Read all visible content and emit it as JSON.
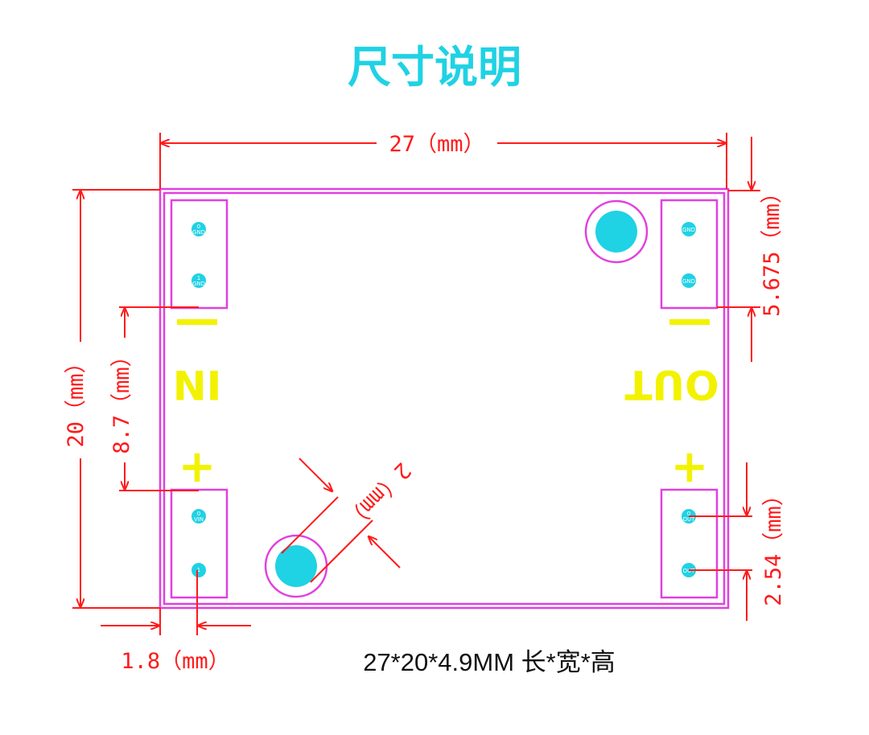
{
  "title": "尺寸说明",
  "dimensions": {
    "width": "27（mm）",
    "height": "20（mm）",
    "in_pin_offset": "8.7（mm）",
    "out_pin_offset": "5.675（mm）",
    "pin_pitch": "2.54（mm）",
    "edge_offset": "1.8（mm）",
    "hole_diameter": "2（mm）"
  },
  "board": {
    "input_label": "IN",
    "output_label": "OUT",
    "minus": "—",
    "plus": "+",
    "pads": {
      "in_minus": [
        "0\nGND",
        "1\nGND"
      ],
      "in_plus": [
        "0\nVIN",
        "1"
      ],
      "out_minus": [
        "GND",
        "GND"
      ],
      "out_plus": [
        "0\nOUT",
        "OUT"
      ]
    }
  },
  "spec": "27*20*4.9MM 长*宽*高",
  "colors": {
    "title": "#1fd2e4",
    "dimension": "#ff1a1a",
    "outline": "#e040e0",
    "label": "#f2f200",
    "pad": "#1fd2e4"
  }
}
